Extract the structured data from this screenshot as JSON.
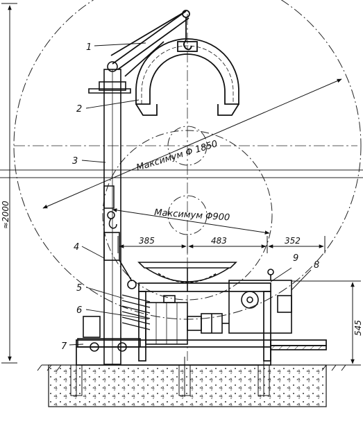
{
  "callouts": [
    "1",
    "2",
    "3",
    "4",
    "5",
    "6",
    "7",
    "8",
    "9"
  ],
  "dimensions": {
    "overall_height": "≈2000",
    "d385": "385",
    "d483": "483",
    "d352": "352",
    "d545": "545"
  },
  "captions": {
    "max_large": "Максимум Φ 1850",
    "max_small": "Максимум Φ900"
  }
}
